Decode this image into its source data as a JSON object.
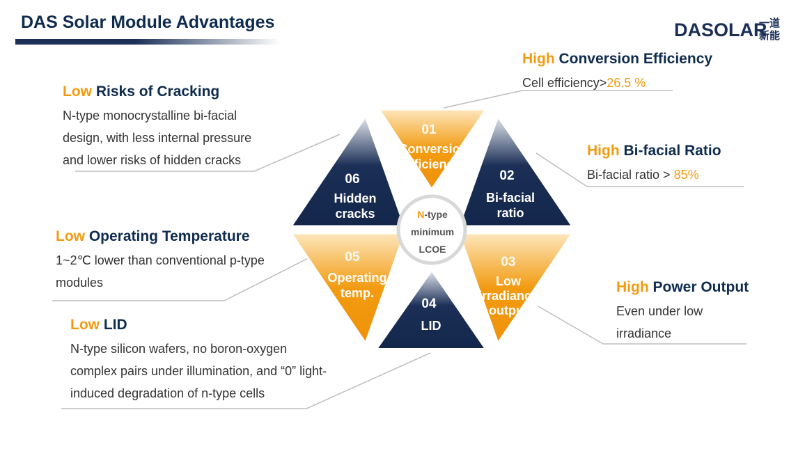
{
  "header": {
    "title": "DAS Solar Module Advantages",
    "logo": {
      "brand": "DASOLAR",
      "chinese_top": "一道",
      "chinese_bottom": "新能"
    }
  },
  "colors": {
    "navy": "#1b2f57",
    "orange": "#f29b11",
    "text_dark": "#0f2b4e",
    "text_body": "#333333"
  },
  "features": {
    "cracking": {
      "hl": "Low",
      "rest": " Risks of Cracking",
      "desc": "N-type monocrystalline bi-facial design, with less internal pressure and lower risks of hidden cracks"
    },
    "efficiency": {
      "hl": "High",
      "rest": " Conversion Efficiency",
      "desc_prefix": "Cell efficiency>",
      "desc_value": "26.5 %"
    },
    "bifacial": {
      "hl": "High",
      "rest": " Bi-facial Ratio",
      "desc_prefix": "Bi-facial ratio > ",
      "desc_value": "85%"
    },
    "temperature": {
      "hl": "Low",
      "rest": " Operating Temperature",
      "desc": "1~2℃ lower than conventional p-type modules"
    },
    "power": {
      "hl": "High",
      "rest": " Power Output",
      "desc": "Even under low irradiance"
    },
    "lid": {
      "hl": "Low",
      "rest": " LID",
      "desc": "N-type silicon wafers, no boron-oxygen complex pairs under illumination, and “0” light-induced degradation of n-type cells"
    }
  },
  "hexagon": {
    "segments": [
      {
        "num": "01",
        "line1": "Conversion",
        "line2": "efficiency"
      },
      {
        "num": "02",
        "line1": "Bi-facial",
        "line2": "ratio"
      },
      {
        "num": "03",
        "line1": "Low",
        "line2": "irradiance",
        "line3": "output"
      },
      {
        "num": "04",
        "line1": "LID"
      },
      {
        "num": "05",
        "line1": "Operating",
        "line2": "temp."
      },
      {
        "num": "06",
        "line1": "Hidden",
        "line2": "cracks"
      }
    ],
    "center": {
      "hl": "N",
      "rest": "-type",
      "line2": "minimum",
      "line3": "LCOE"
    }
  }
}
